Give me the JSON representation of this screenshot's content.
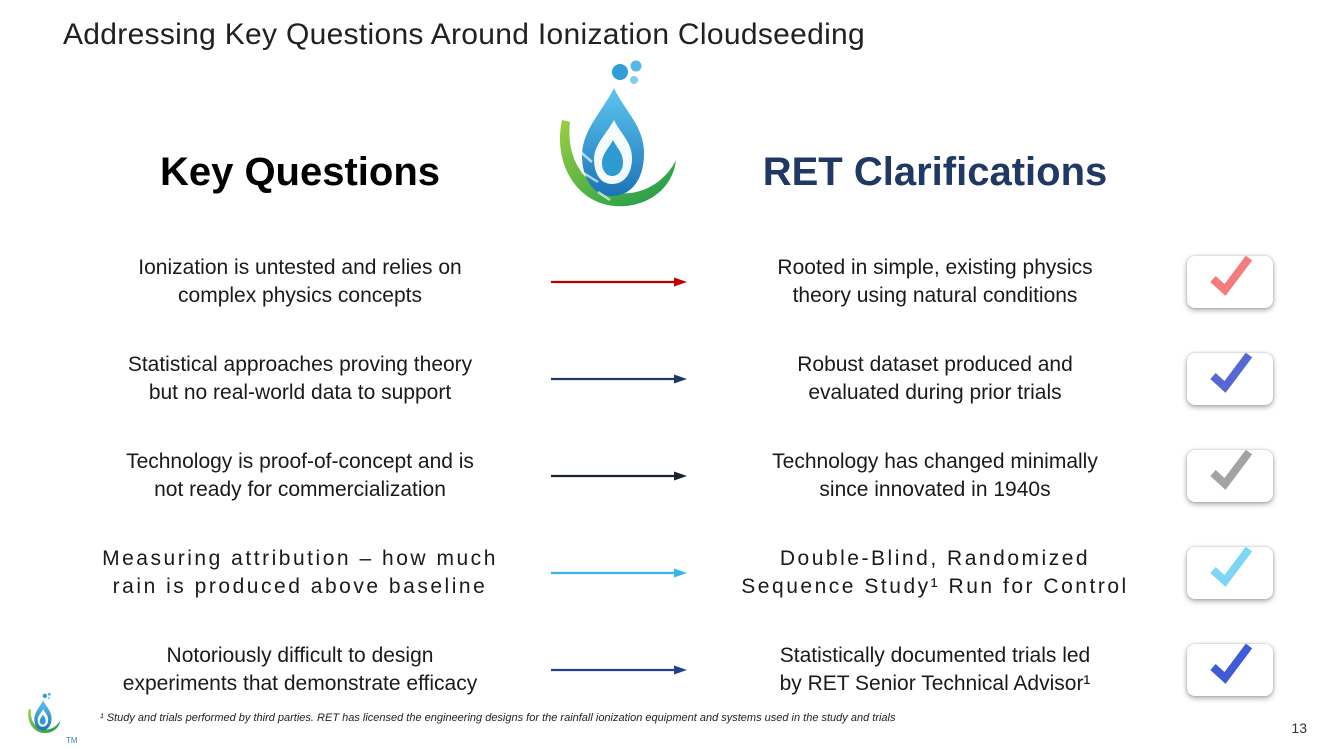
{
  "slide": {
    "title": "Addressing Key Questions Around Ionization Cloudseeding",
    "page_number": "13",
    "footnote": "¹ Study and trials performed by third parties. RET has licensed the engineering designs for the rainfall ionization equipment and systems used in the study and trials",
    "headers": {
      "left": "Key Questions",
      "right": "RET Clarifications",
      "right_color": "#1f3864"
    },
    "logo": {
      "name": "RET water-drop-leaf logo",
      "tm": "TM"
    },
    "rows": [
      {
        "question_lines": [
          "Ionization is untested and relies on",
          "complex physics concepts"
        ],
        "clarification_lines": [
          "Rooted in simple, existing physics",
          "theory using natural conditions"
        ],
        "arrow_color": "#c00000",
        "check_color": "#f47c7c"
      },
      {
        "question_lines": [
          "Statistical approaches proving theory",
          "but no real-world data to support"
        ],
        "clarification_lines": [
          "Robust dataset produced and",
          "evaluated during prior trials"
        ],
        "arrow_color": "#1f3864",
        "check_color": "#5568d4"
      },
      {
        "question_lines": [
          "Technology is proof-of-concept and is",
          "not ready for commercialization"
        ],
        "clarification_lines": [
          "Technology has changed minimally",
          "since innovated in 1940s"
        ],
        "arrow_color": "#1a2433",
        "check_color": "#a3a3a3"
      },
      {
        "question_lines": [
          "Measuring attribution – how much",
          "rain is produced above baseline"
        ],
        "clarification_lines": [
          "Double-Blind, Randomized",
          "Sequence Study¹ Run for Control"
        ],
        "arrow_color": "#38b5ea",
        "check_color": "#7cd7f4"
      },
      {
        "question_lines": [
          "Notoriously difficult to design",
          "experiments that demonstrate efficacy"
        ],
        "clarification_lines": [
          "Statistically documented trials led",
          "by RET Senior Technical Advisor¹"
        ],
        "arrow_color": "#24418f",
        "check_color": "#3f5bd8"
      }
    ]
  }
}
